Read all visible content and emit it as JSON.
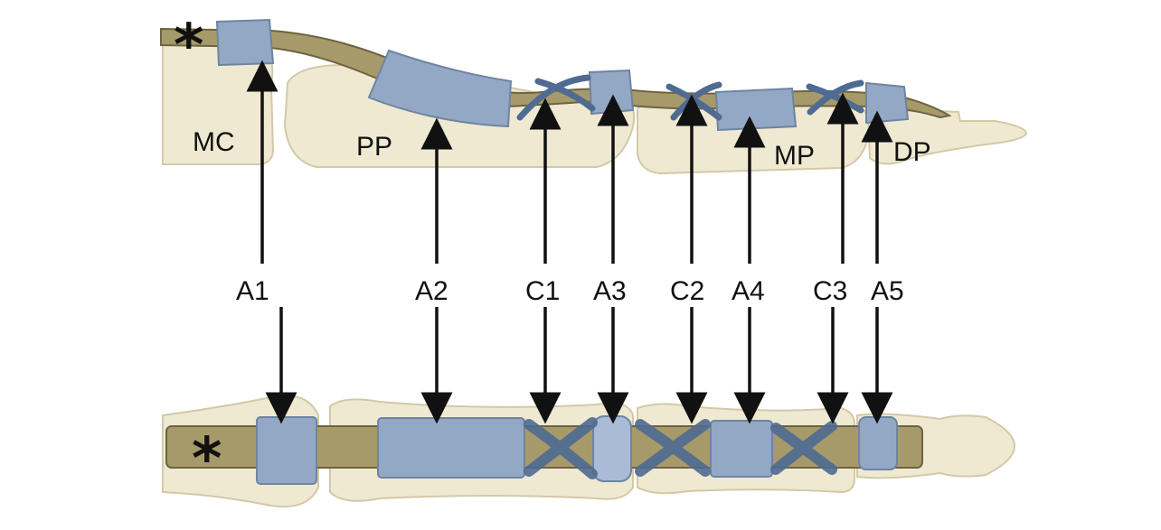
{
  "colors": {
    "bone": "#efe9d2",
    "bone_edge": "#d3c9a8",
    "tendon": "#a79a6a",
    "tendon_edge": "#6d6340",
    "pulley": "#93a8c4",
    "pulley_edge": "#6e84a2",
    "cruciate": "#4f6b92",
    "arrow": "#111111"
  },
  "bones": {
    "mc": "MC",
    "pp": "PP",
    "mp": "MP",
    "dp": "DP"
  },
  "pulleys": [
    "A1",
    "A2",
    "C1",
    "A3",
    "C2",
    "A4",
    "C3",
    "A5"
  ],
  "marker": "*"
}
